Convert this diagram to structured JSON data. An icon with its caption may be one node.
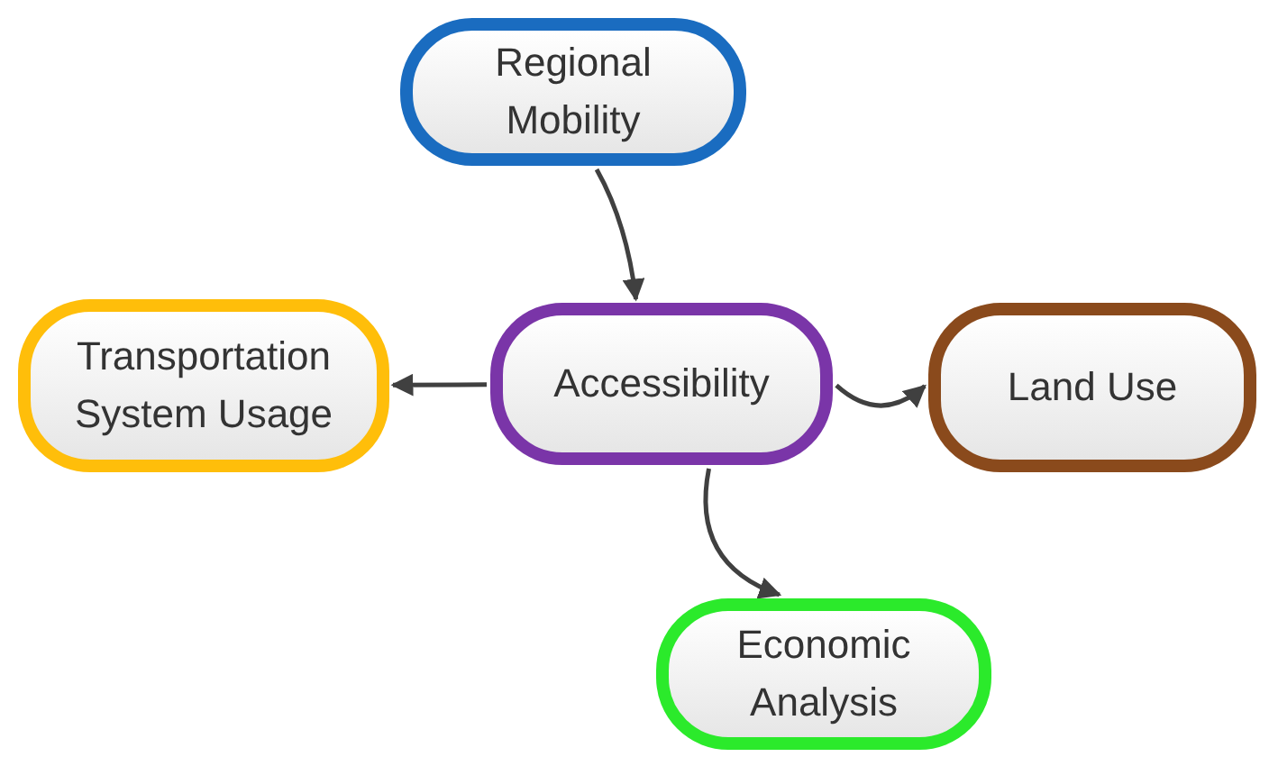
{
  "diagram": {
    "nodes": [
      {
        "text": [
          "Regional Mobility"
        ]
      },
      {
        "text": [
          "Accessibility"
        ]
      },
      {
        "text": [
          "Transportation System Usage"
        ]
      },
      {
        "text": [
          "Land Use"
        ]
      },
      {
        "text": [
          "Economic Analysis"
        ]
      }
    ],
    "edges": [
      {
        "from": 0,
        "to": 1,
        "arrow": "to"
      },
      {
        "from": 1,
        "to": 2,
        "arrow": "to"
      },
      {
        "from": 1,
        "to": 3,
        "arrow": "to"
      },
      {
        "from": 1,
        "to": 4,
        "arrow": "to"
      }
    ]
  }
}
